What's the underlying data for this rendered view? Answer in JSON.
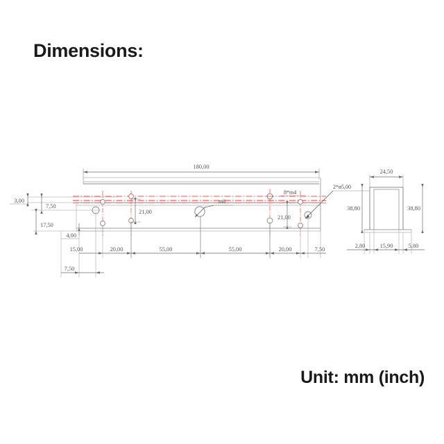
{
  "header": {
    "title": "Dimensions:"
  },
  "footer": {
    "unit_note": "Unit: mm (inch)"
  },
  "colors": {
    "background": "#ffffff",
    "text": "#1a1a1a",
    "outline": "#8c8c8c",
    "outline_dark": "#707070",
    "dimension_line": "#6b6b6b",
    "dimension_text": "#555555",
    "centerline_red": "#ff5252",
    "hole_stroke": "#8a8a8a"
  },
  "chart_data": {
    "type": "table",
    "title": "Dimensions:",
    "unit": "mm (inch)"
  },
  "drawing": {
    "front_view": {
      "name": "front-view",
      "overall_length_label": "180,00",
      "top_dimension": {
        "label": "180,00",
        "value": 180.0
      },
      "left_vertical_dimensions": [
        {
          "label": "3,00",
          "value": 3.0
        },
        {
          "label": "7,50",
          "value": 7.5
        },
        {
          "label": "17,50",
          "value": 17.5
        },
        {
          "label": "4,00",
          "value": 4.0
        }
      ],
      "bottom_dimensions": [
        {
          "label": "15,00",
          "value": 15.0
        },
        {
          "label": "20,00",
          "value": 20.0
        },
        {
          "label": "55,00",
          "value": 55.0
        },
        {
          "label": "55,00",
          "value": 55.0
        },
        {
          "label": "20,00",
          "value": 20.0
        },
        {
          "label": "7,50",
          "value": 7.5
        }
      ],
      "lower_bottom_dimension": {
        "label": "7,50",
        "value": 7.5
      },
      "inner_vertical_dimensions": [
        {
          "label": "21,00",
          "value": 21.0
        },
        {
          "label": "21,00",
          "value": 21.0
        }
      ],
      "callouts": [
        {
          "label": "8*m4",
          "name": "callout-8xm4"
        },
        {
          "label": "m8",
          "name": "callout-m8"
        },
        {
          "label": "2*ø5,00",
          "name": "callout-2x-dia5"
        }
      ]
    },
    "side_view": {
      "name": "side-view-cross-section",
      "top_dimension": {
        "label": "24,50",
        "value": 24.5
      },
      "height_left": {
        "label": "38,80",
        "value": 38.8
      },
      "height_right": {
        "label": "38,80",
        "value": 38.8
      },
      "bottom_dimensions": [
        {
          "label": "2,80",
          "value": 2.8
        },
        {
          "label": "15,90",
          "value": 15.9
        },
        {
          "label": "5,80",
          "value": 5.8
        }
      ]
    }
  }
}
